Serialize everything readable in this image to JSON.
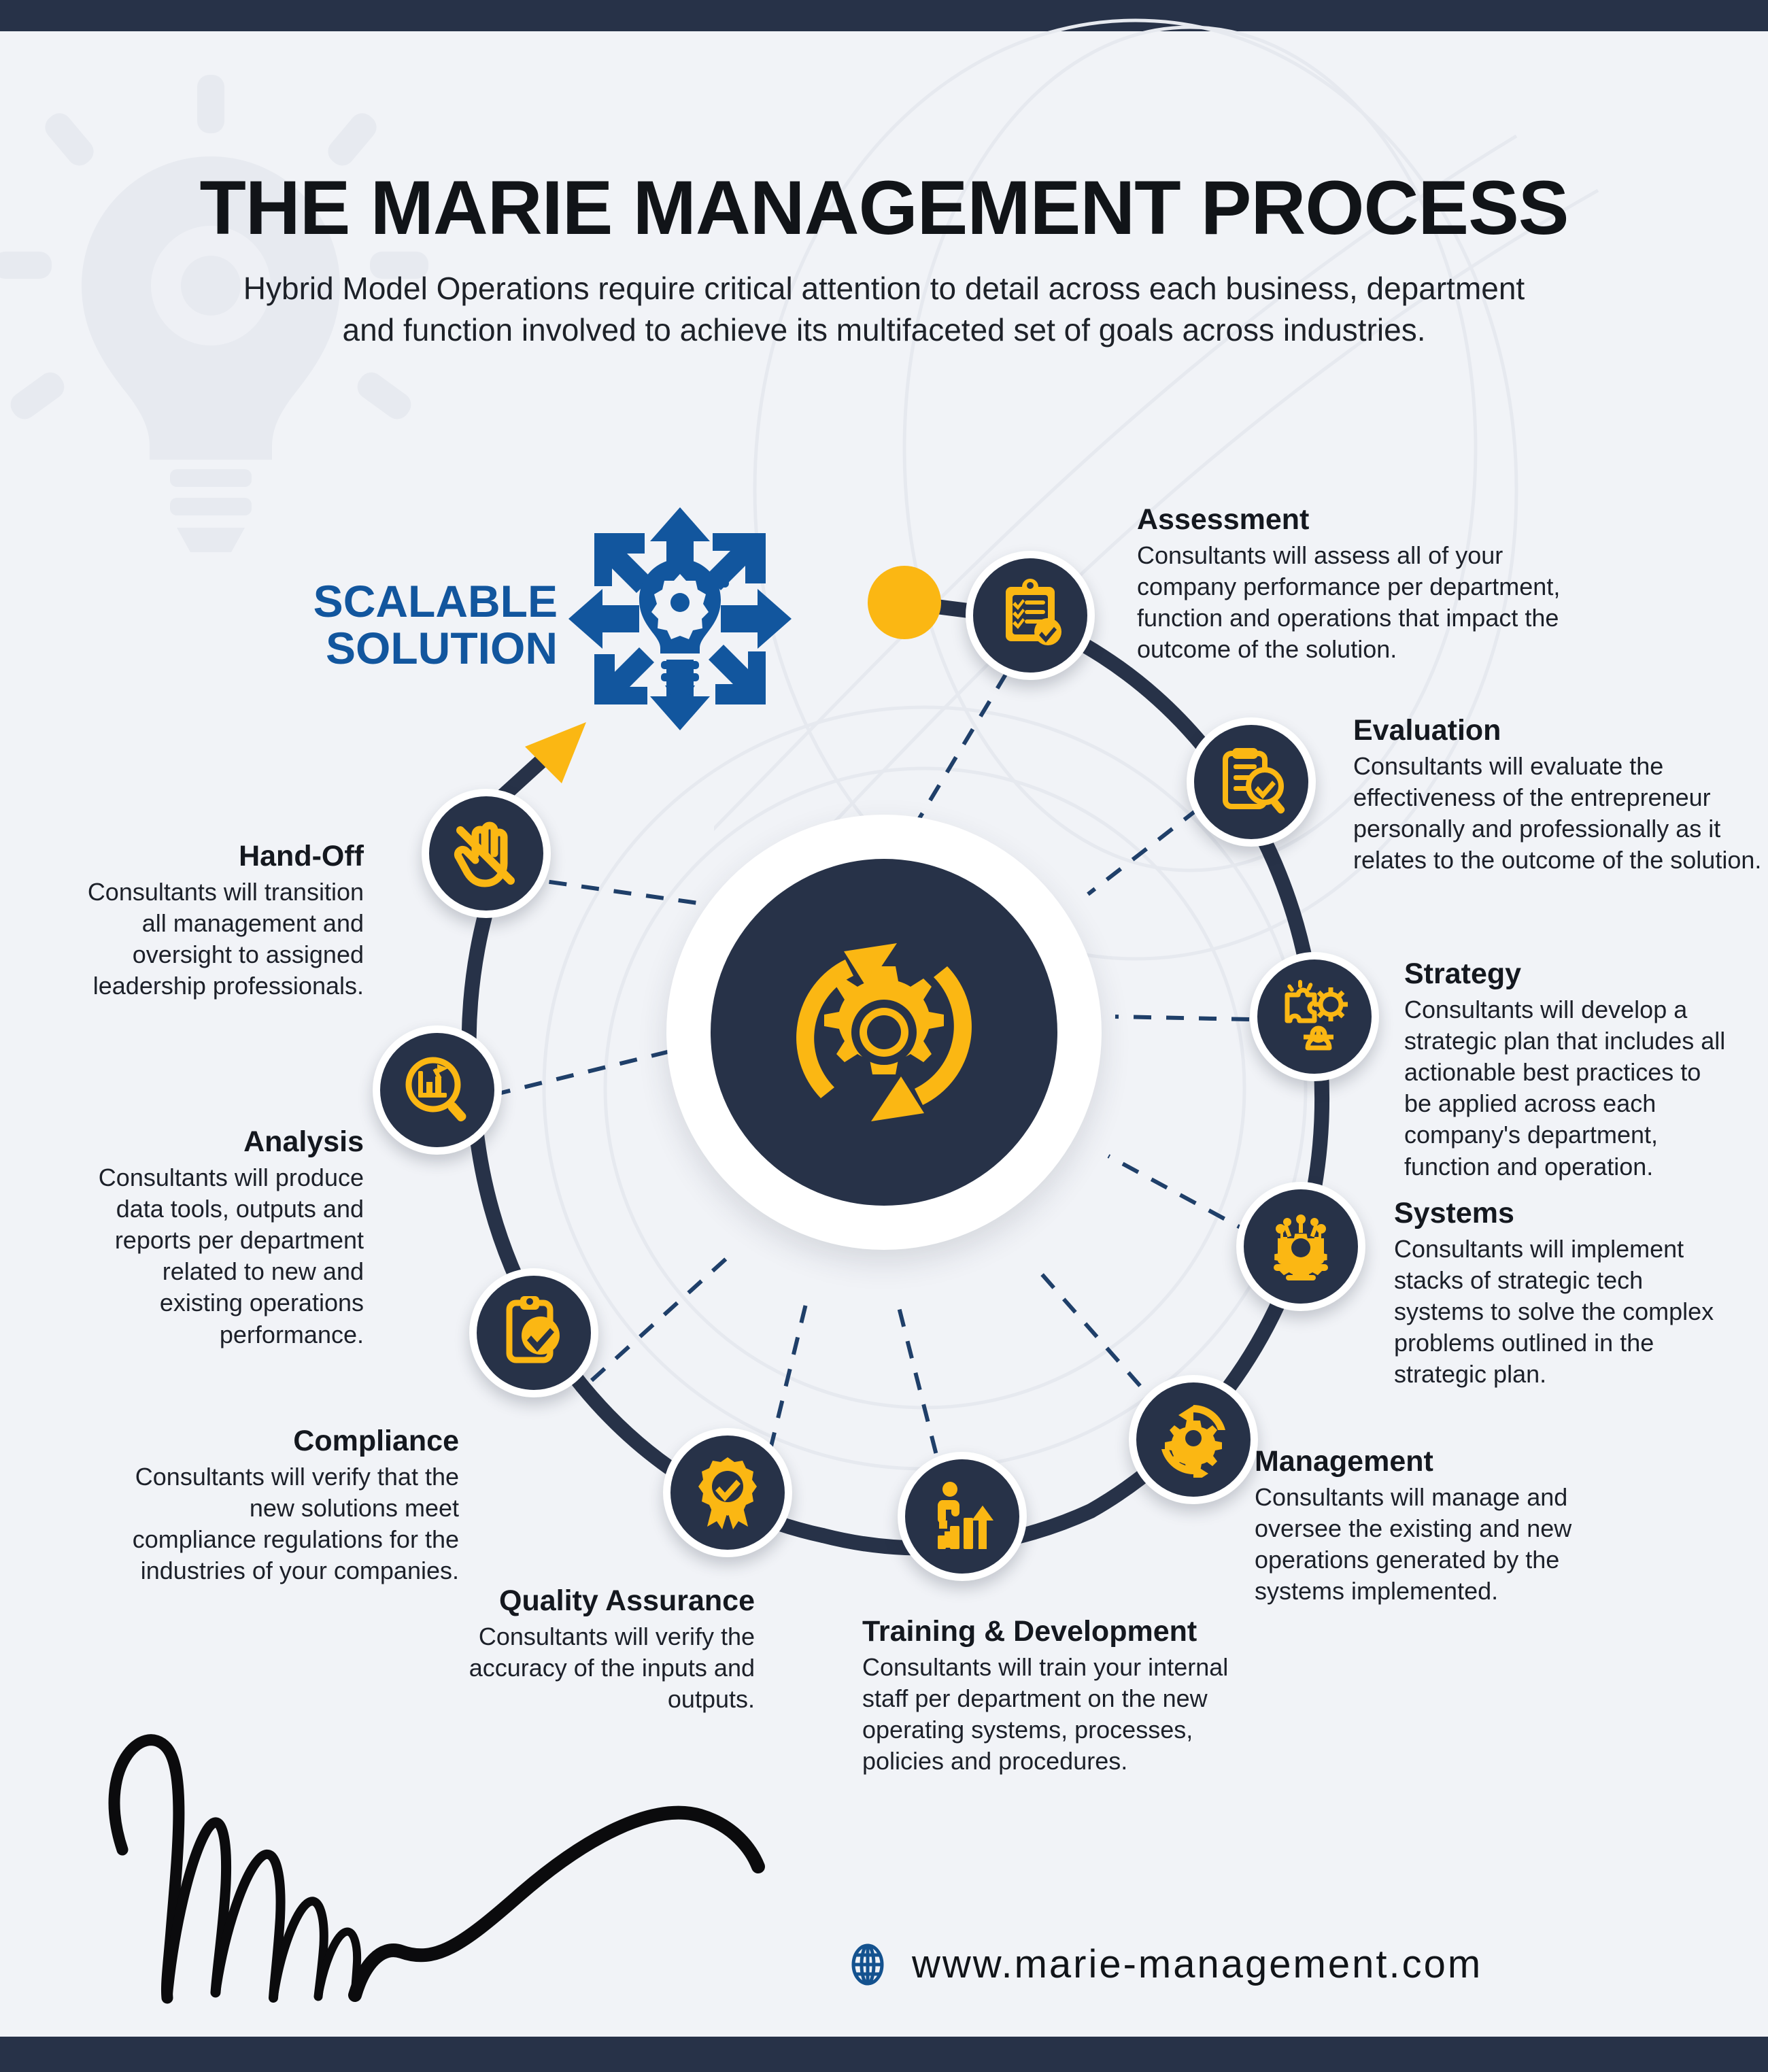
{
  "header": {
    "title": "THE MARIE MANAGEMENT PROCESS",
    "subtitle_line1": "Hybrid Model Operations require critical attention to detail across each business, department",
    "subtitle_line2": "and function involved to achieve its multifaceted set of goals across industries."
  },
  "scalable": {
    "line1": "SCALABLE",
    "line2": "SOLUTION",
    "icon": "expand-lightbulb-gear-icon"
  },
  "hub": {
    "icon": "gear-cycle-icon"
  },
  "steps": [
    {
      "id": "assessment",
      "title": "Assessment",
      "body": "Consultants will assess all of your company performance per department, function and operations that impact the outcome of the solution.",
      "icon": "clipboard-checklist-icon",
      "align": "left"
    },
    {
      "id": "evaluation",
      "title": "Evaluation",
      "body": "Consultants will evaluate the effectiveness of the entrepreneur personally and professionally as it relates to the outcome of the solution.",
      "icon": "document-magnifier-check-icon",
      "align": "left"
    },
    {
      "id": "strategy",
      "title": "Strategy",
      "body": "Consultants will develop a strategic plan that includes all actionable best practices to be applied across each company's department, function and operation.",
      "icon": "puzzle-gear-person-icon",
      "align": "left"
    },
    {
      "id": "systems",
      "title": "Systems",
      "body": "Consultants will implement stacks of strategic tech systems to solve the complex problems outlined in the strategic plan.",
      "icon": "monitor-gear-network-icon",
      "align": "left"
    },
    {
      "id": "management",
      "title": "Management",
      "body": "Consultants will manage and oversee the existing and new operations generated by the systems implemented.",
      "icon": "gear-refresh-arrows-icon",
      "align": "left"
    },
    {
      "id": "training-development",
      "title": "Training & Development",
      "body": "Consultants will train your internal staff per department on the new operating systems, processes, policies and procedures.",
      "icon": "person-stairs-growth-icon",
      "align": "left"
    },
    {
      "id": "quality-assurance",
      "title": "Quality Assurance",
      "body": "Consultants will verify the accuracy of the inputs and outputs.",
      "icon": "award-ribbon-check-icon",
      "align": "right"
    },
    {
      "id": "compliance",
      "title": "Compliance",
      "body": "Consultants will verify that the new solutions meet compliance regulations for the industries of your companies.",
      "icon": "clipboard-check-icon",
      "align": "right"
    },
    {
      "id": "analysis",
      "title": "Analysis",
      "body": "Consultants will produce data tools, outputs and reports per department related to new and existing operations performance.",
      "icon": "magnifier-bar-chart-icon",
      "align": "right"
    },
    {
      "id": "hand-off",
      "title": "Hand-Off",
      "body": "Consultants will transition all management and oversight to assigned leadership professionals.",
      "icon": "hand-stop-icon",
      "align": "right"
    }
  ],
  "footer": {
    "url": "www.marie-management.com",
    "globe_icon": "globe-icon",
    "signature": "signature-mark"
  },
  "colors": {
    "navy": "#273248",
    "amber": "#FBB713",
    "blue": "#12569E",
    "background": "#F1F3F7",
    "white": "#FFFFFF"
  }
}
